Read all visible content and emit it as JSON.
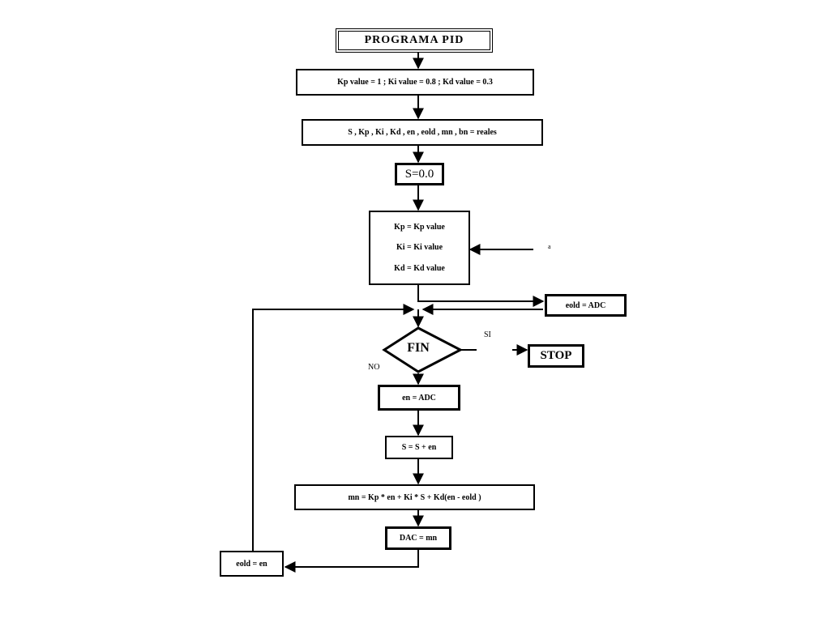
{
  "flowchart": {
    "title": "PROGRAMA   PID",
    "init_values": "Kp value = 1 ; Ki value = 0.8 ; Kd value = 0.3",
    "declare": "S , Kp , Ki , Kd , en , eold , mn , bn = reales",
    "s_init": "S=0.0",
    "gains": [
      "Kp = Kp value",
      "Ki = Ki value",
      "Kd = Kd value"
    ],
    "side_mark": "a",
    "eold_adc": "eold = ADC",
    "decision": "FIN",
    "yes_label": "SI",
    "no_label": "NO",
    "stop": "STOP",
    "en_adc": "en = ADC",
    "sum": "S = S + en",
    "control": "mn = Kp * en + Ki * S + Kd(en - eold )",
    "dac": "DAC = mn",
    "eold_update": "eold = en"
  }
}
